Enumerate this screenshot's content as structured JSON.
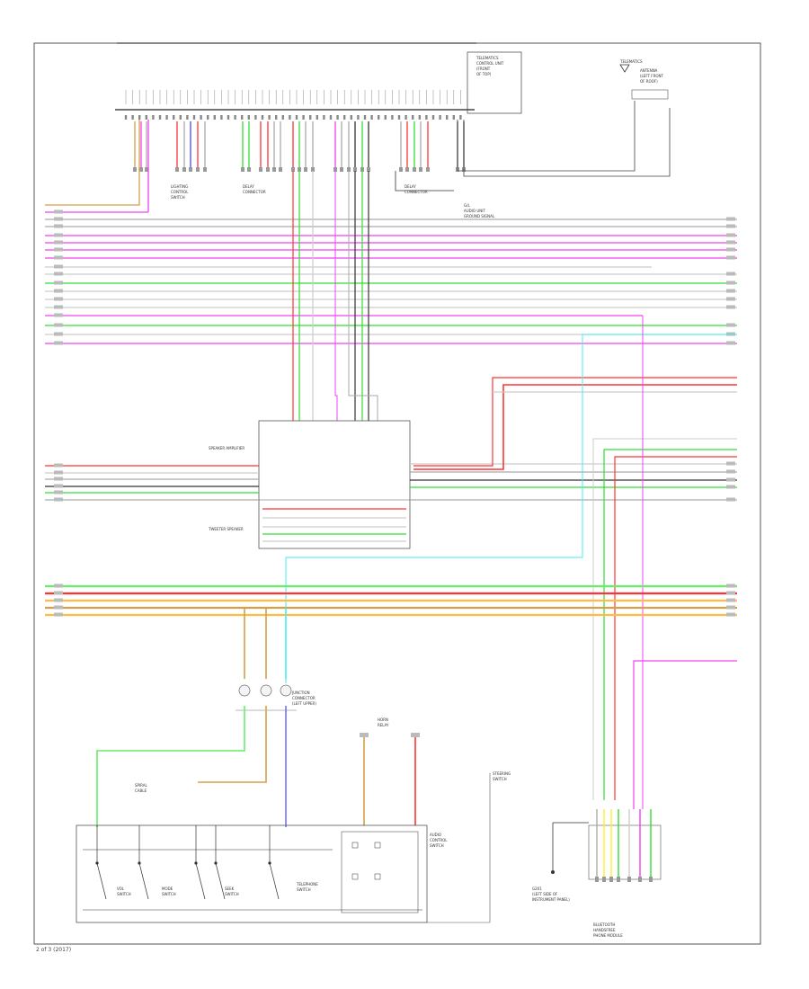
{
  "colors": {
    "pink": "#ee44ee",
    "red": "#ff3333",
    "green": "#33dd33",
    "light_green": "#66ee66",
    "black": "#333333",
    "grey": "#aaaaaa",
    "light_grey": "#cccccc",
    "yellow": "#ffee33",
    "orange": "#ffbb44",
    "tan": "#d4a04a",
    "blue": "#4444ff",
    "cyan": "#44eeee",
    "frame": "#555555"
  },
  "labels": {
    "top_right_box": [
      "TELEMATICS",
      "CONTROL UNIT",
      "(FRONT",
      "OF TOP)"
    ],
    "antenna": [
      "TELEMATICS",
      "ANTENNA",
      "(LEFT FRONT",
      "OF ROOF)"
    ],
    "audio_unit_note": [
      "AUDIO",
      "UNIT"
    ],
    "left_conn_a": [
      "LIGHTING",
      "CONTROL",
      "SWITCH"
    ],
    "left_conn_b": [
      "DELAY",
      "CONNECTOR"
    ],
    "left_conn_c": [
      "DELAY",
      "CONNECTOR"
    ],
    "ground_note": [
      "G/L",
      "AUDIO UNIT",
      "GROUND SIGNAL"
    ],
    "mid_upper": "SPEAKER AMPLIFIER",
    "mid_lower": "TWEETER SPEAKER",
    "junction": [
      "JUNCTION",
      "CONNECTOR",
      "(LEFT UPPER)"
    ],
    "steering": [
      "STEERING",
      "SWITCH"
    ],
    "sw_a": [
      "VOL",
      "SWITCH"
    ],
    "sw_b": [
      "MODE",
      "SWITCH"
    ],
    "sw_c": [
      "SEEK",
      "SWITCH"
    ],
    "sw_d": [
      "TELEPHONE",
      "SWITCH"
    ],
    "spiral": [
      "SPIRAL",
      "CABLE"
    ],
    "horn": [
      "HORN",
      "RELAY"
    ],
    "audio_control": [
      "AUDIO",
      "CONTROL",
      "SWITCH"
    ],
    "bt_box": [
      "BLUETOOTH",
      "HANDSFREE",
      "PHONE MODULE"
    ],
    "ground_bottom": [
      "G201",
      "(LEFT SIDE OF",
      "INSTRUMENT PANEL)"
    ],
    "page_footer": "2 of 3 (2017)"
  }
}
